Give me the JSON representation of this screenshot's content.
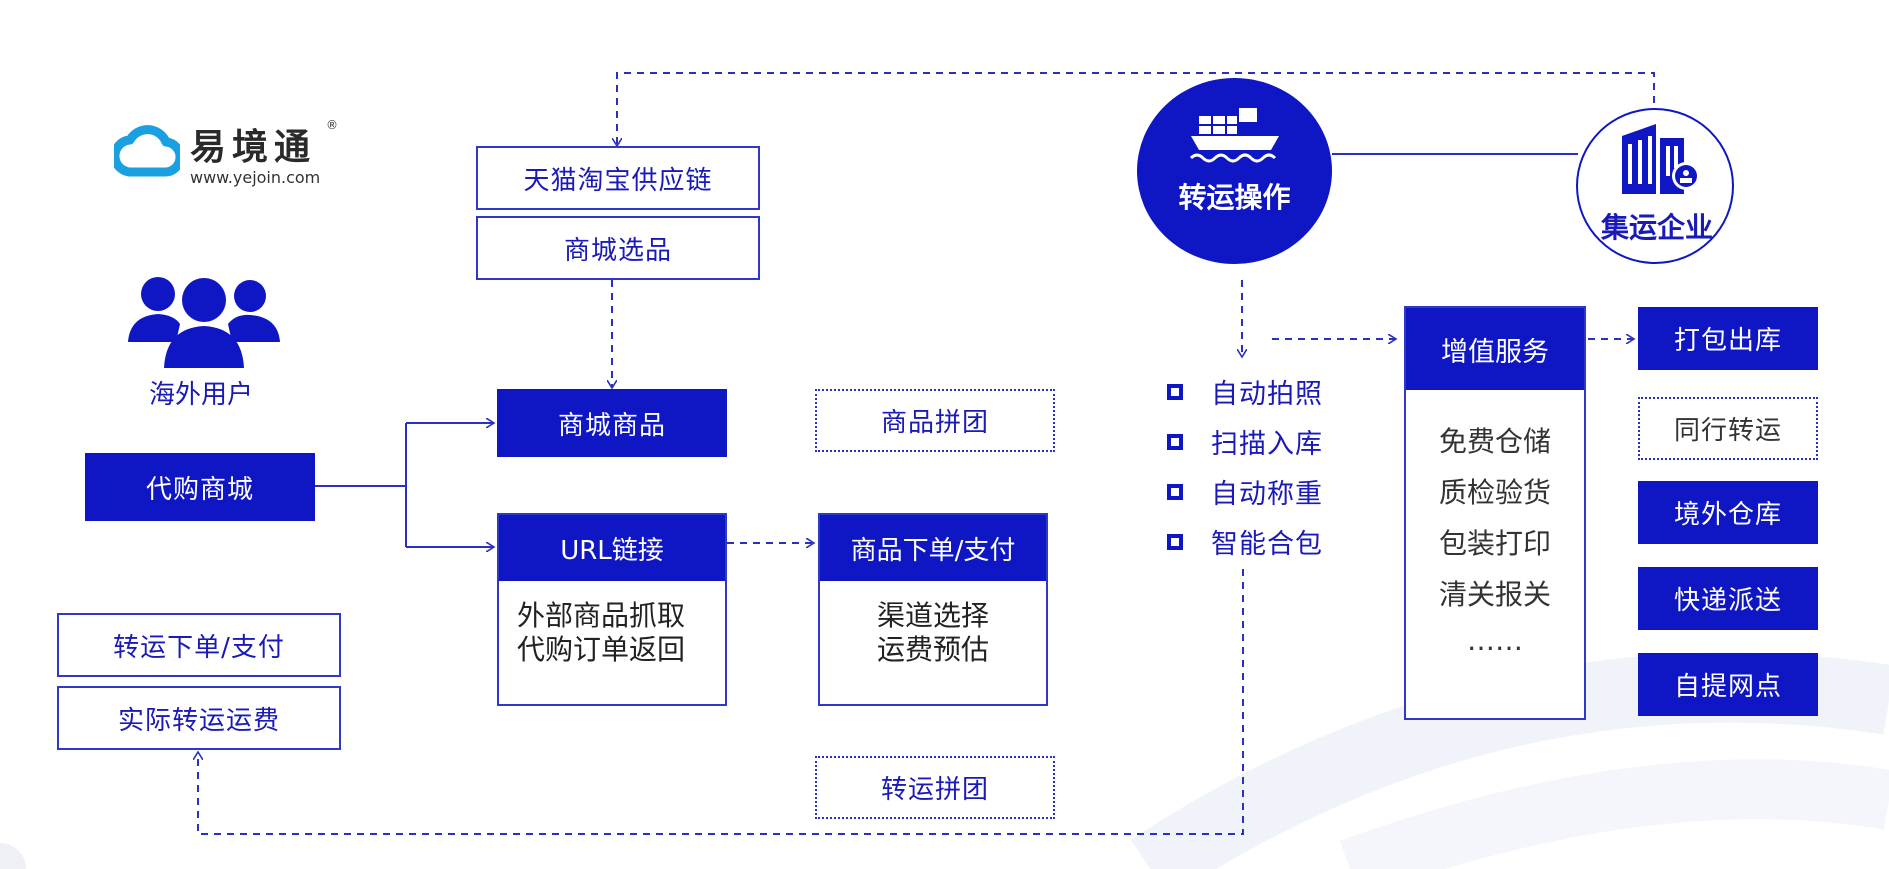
{
  "logo": {
    "name": "易境通",
    "reg": "®",
    "url": "www.yejoin.com"
  },
  "users": {
    "label": "海外用户"
  },
  "left": {
    "daigou": "代购商城",
    "transfer_order": "转运下单/支付",
    "actual_fee": "实际转运运费"
  },
  "supply": {
    "tmall": "天猫淘宝供应链",
    "mall_select": "商城选品",
    "mall_goods": "商城商品",
    "goods_group": "商品拼团"
  },
  "url_box": {
    "title": "URL链接",
    "lines": [
      "外部商品抓取",
      "代购订单返回"
    ]
  },
  "order_box": {
    "title": "商品下单/支付",
    "lines": [
      "渠道选择",
      "运费预估"
    ]
  },
  "transfer_group": "转运拼团",
  "operation": {
    "label": "转运操作"
  },
  "company": {
    "label": "集运企业"
  },
  "features": [
    "自动拍照",
    "扫描入库",
    "自动称重",
    "智能合包"
  ],
  "value_added": {
    "title": "增值服务",
    "items": [
      "免费仓储",
      "质检验货",
      "包装打印",
      "清关报关",
      "……"
    ]
  },
  "right_buttons": {
    "pack_out": "打包出库",
    "peer_transfer": "同行转运",
    "overseas_wh": "境外仓库",
    "express": "快递派送",
    "pickup": "自提网点"
  },
  "colors": {
    "primary": "#0f16c4",
    "line": "#2a30c0",
    "logo_cyan": "#1aa0e0"
  }
}
